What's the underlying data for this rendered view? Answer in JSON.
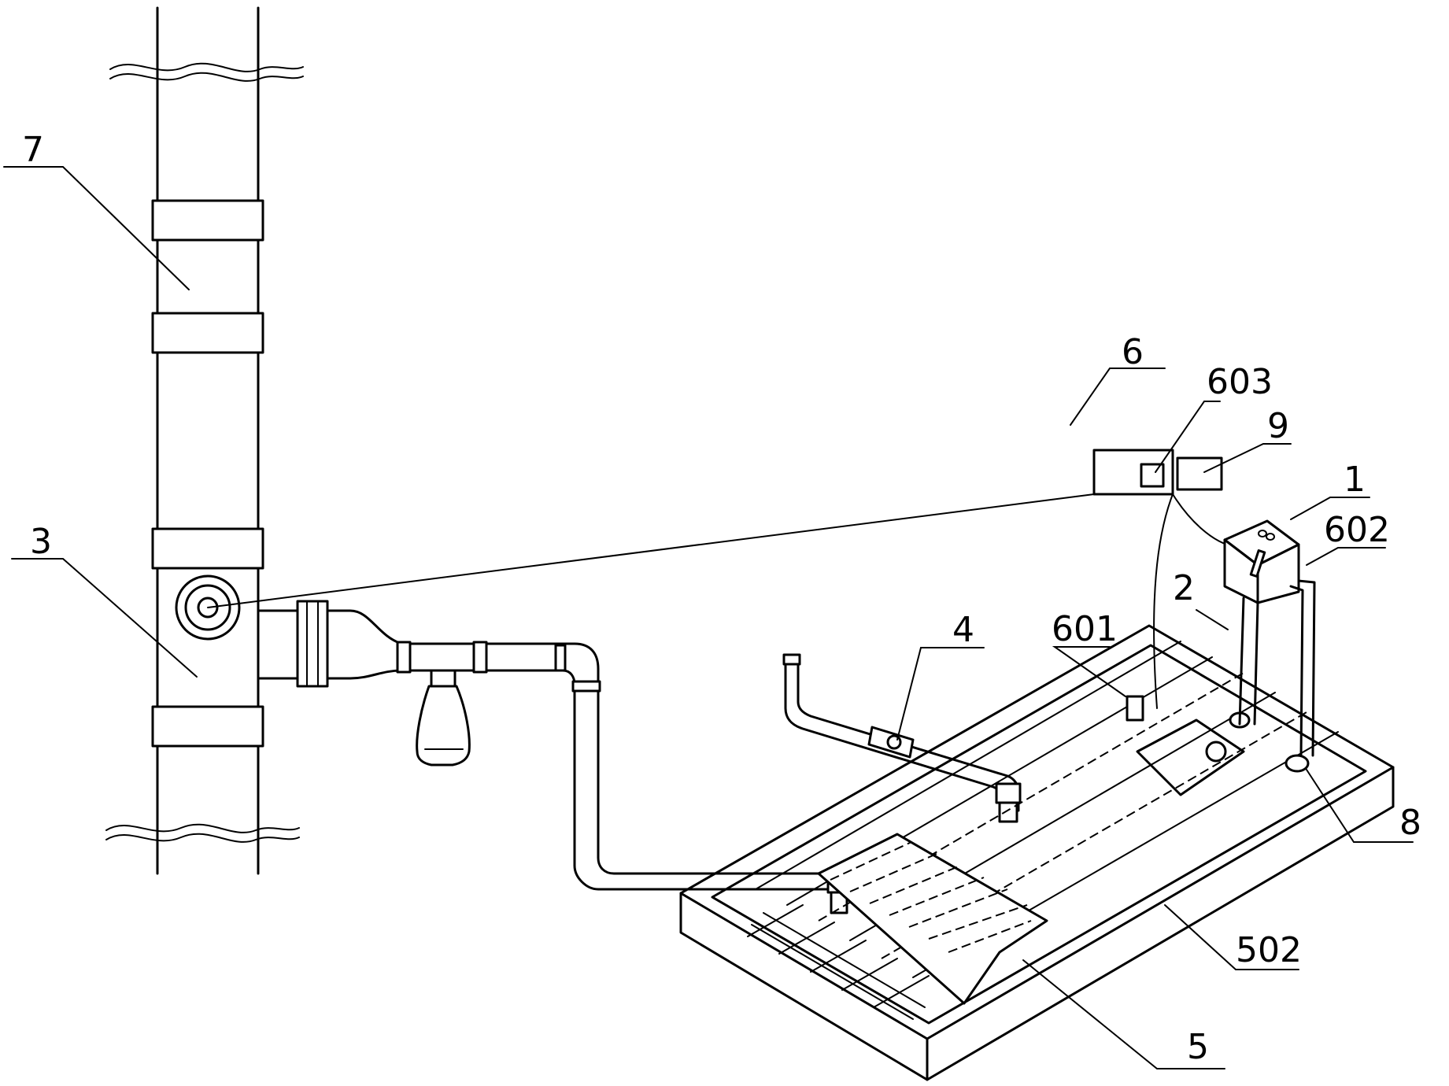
{
  "labels": {
    "l7": "7",
    "l3": "3",
    "l6": "6",
    "l603": "603",
    "l9": "9",
    "l1": "1",
    "l602": "602",
    "l2": "2",
    "l601": "601",
    "l4": "4",
    "l8": "8",
    "l502": "502",
    "l5": "5"
  }
}
